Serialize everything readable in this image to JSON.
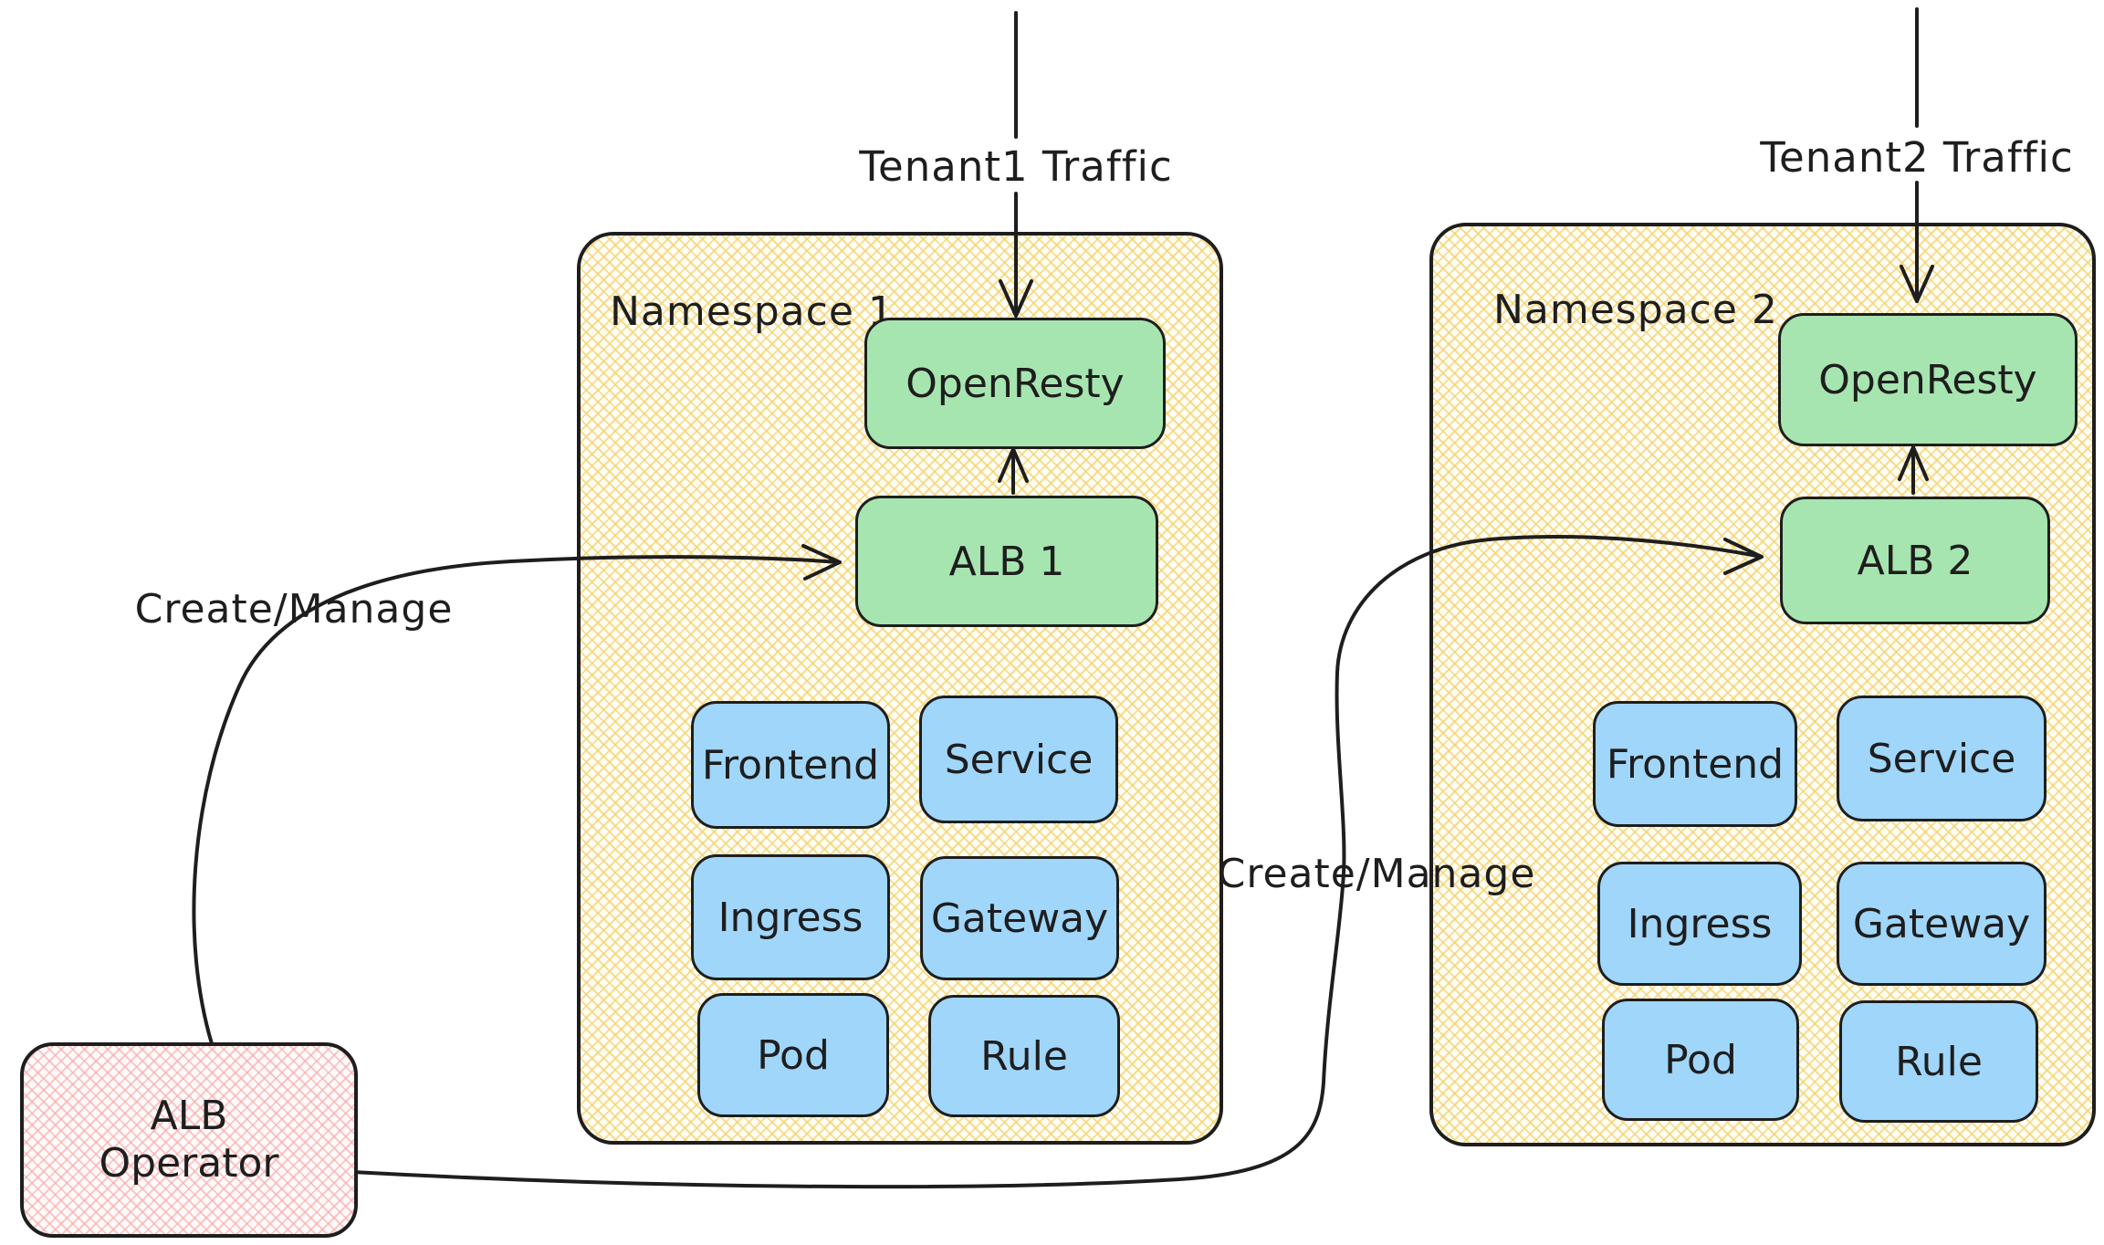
{
  "diagram": {
    "tenant1_label": "Tenant1 Traffic",
    "tenant2_label": "Tenant2 Traffic",
    "create_manage_left_label": "Create/Manage",
    "create_manage_right_label": "Create/Manage",
    "operator": {
      "title_line1": "ALB",
      "title_line2": "Operator"
    },
    "namespaces": [
      {
        "title": "Namespace 1",
        "gateway_boxes": [
          "OpenResty",
          "ALB 1"
        ],
        "resource_boxes": [
          "Frontend",
          "Service",
          "Ingress",
          "Gateway",
          "Pod",
          "Rule"
        ]
      },
      {
        "title": "Namespace 2",
        "gateway_boxes": [
          "OpenResty",
          "ALB 2"
        ],
        "resource_boxes": [
          "Frontend",
          "Service",
          "Ingress",
          "Gateway",
          "Pod",
          "Rule"
        ]
      }
    ],
    "colors": {
      "stroke": "#1e1e1e",
      "namespace_hatch": "#f3d26e",
      "green_box": "#a7e5b0",
      "blue_box": "#a0d6fa",
      "operator_hatch": "#f8aaaa"
    }
  }
}
